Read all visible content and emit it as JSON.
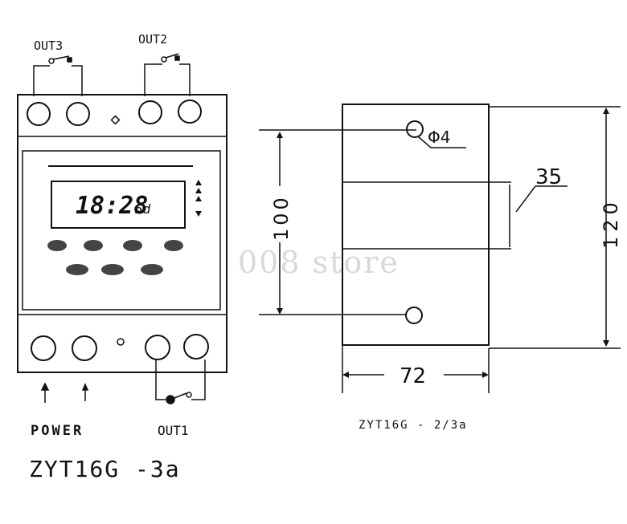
{
  "labels": {
    "out3": "OUT3",
    "out2": "OUT2",
    "out1": "OUT1",
    "power": "POWER",
    "model_left": "ZYT16G -3a",
    "model_right": "ZYT16G - 2/3a",
    "display_reading": "18:28",
    "display_suffix": "5d",
    "watermark": "008 store"
  },
  "dimensions": {
    "hole_diameter": "Φ4",
    "rail_width": "35",
    "hole_spacing": "100",
    "height": "120",
    "width": "72"
  },
  "colors": {
    "line": "#111111",
    "watermark": "#d9d9d9"
  }
}
